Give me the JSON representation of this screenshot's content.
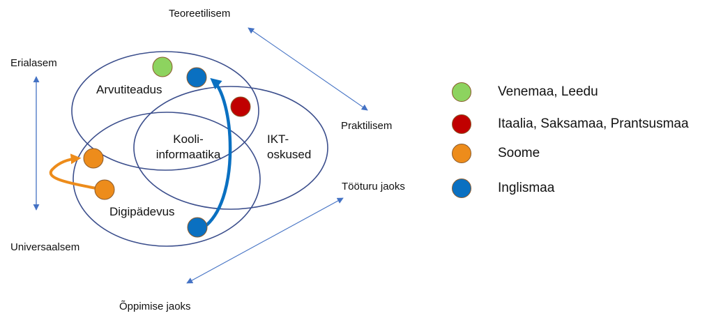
{
  "axes": {
    "top": "Teoreetilisem",
    "right_upper": "Praktilisem",
    "left_top": "Erialasem",
    "left_bottom": "Universaalsem",
    "right_lower": "Tööturu jaoks",
    "bottom": "Õppimise jaoks"
  },
  "areas": {
    "arvutiteadus": "Arvutiteadus",
    "kooli_line1": "Kooli-",
    "kooli_line2": "informaatika",
    "ikt_line1": "IKT-",
    "ikt_line2": "oskused",
    "digipadevus": "Digipädevus"
  },
  "legend": [
    {
      "label": "Venemaa, Leedu",
      "color": "#8dd35f"
    },
    {
      "label": "Itaalia, Saksamaa, Prantsusmaa",
      "color": "#c00000"
    },
    {
      "label": "Soome",
      "color": "#ed8c1b"
    },
    {
      "label": "Inglismaa",
      "color": "#0a70c1"
    }
  ],
  "colors": {
    "ellipse_stroke": "#3b4e8c",
    "axis_arrow": "#4472c4",
    "blue_arrow": "#0a70c1",
    "orange_arrow": "#ed8c1b"
  }
}
